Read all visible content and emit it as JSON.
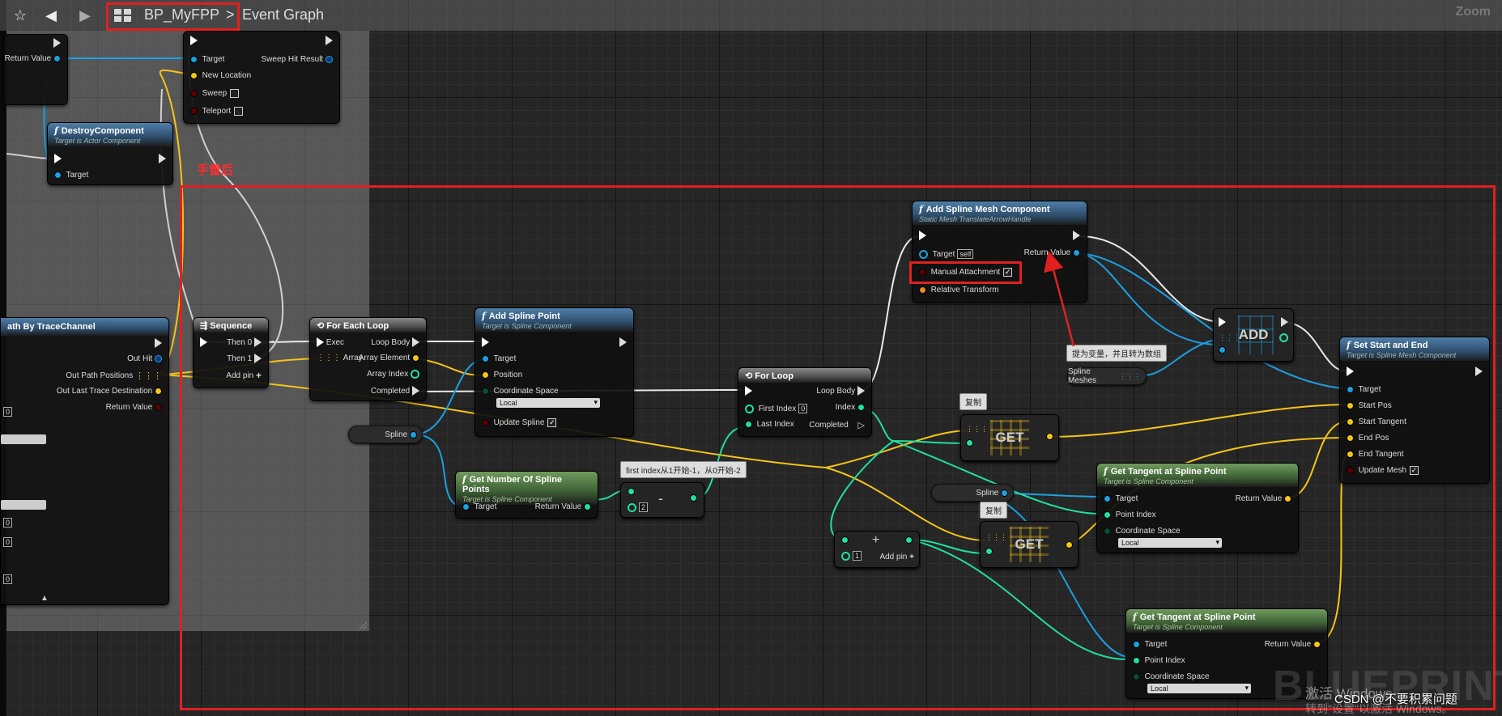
{
  "toolbar": {
    "breadcrumb_blueprint": "BP_MyFPP",
    "breadcrumb_separator": ">",
    "breadcrumb_graph": "Event Graph",
    "zoom_label": "Zoom",
    "icons": [
      "star-icon",
      "back-arrow-icon",
      "forward-arrow-icon",
      "graph-grid-icon"
    ]
  },
  "annotations": {
    "comment_label": "手雷后",
    "bubble_first_index": "first index从1开始-1，从0开始-2",
    "bubble_promote": "提为变量，并且转为数组",
    "bubble_copy_1": "复制",
    "bubble_copy_2": "复制"
  },
  "nodes": {
    "partial_top_left": {
      "return_value": "Return Value"
    },
    "set_location": {
      "header_fragment": "...",
      "subtitle": "Target is Scene Component",
      "target": "Target",
      "new_location": "New Location",
      "sweep": "Sweep",
      "teleport": "Teleport",
      "sweep_hit_result": "Sweep Hit Result"
    },
    "destroy_component": {
      "title": "DestroyComponent",
      "subtitle": "Target is Actor Component",
      "target": "Target"
    },
    "trace": {
      "title": "ath By TraceChannel",
      "out_hit": "Out Hit",
      "out_path_positions": "Out Path Positions",
      "out_last_trace_destination": "Out Last Trace Destination",
      "return_value": "Return Value",
      "field_a": "0",
      "field_b": "0",
      "field_c": "0",
      "field_d": "0"
    },
    "sequence": {
      "title": "Sequence",
      "then0": "Then 0",
      "then1": "Then 1",
      "add_pin": "Add pin"
    },
    "for_each": {
      "title": "For Each Loop",
      "exec": "Exec",
      "array": "Array",
      "loop_body": "Loop Body",
      "array_element": "Array Element",
      "array_index": "Array Index",
      "completed": "Completed"
    },
    "add_spline_point": {
      "title": "Add Spline Point",
      "subtitle": "Target is Spline Component",
      "target": "Target",
      "position": "Position",
      "coordinate_space": "Coordinate Space",
      "coord_value": "Local",
      "update_spline": "Update Spline"
    },
    "spline_var_1": {
      "label": "Spline"
    },
    "get_num_spline_points": {
      "title": "Get Number Of Spline Points",
      "subtitle": "Target is Spline Component",
      "target": "Target",
      "return_value": "Return Value"
    },
    "subtract": {
      "symbol": "-",
      "value": "2"
    },
    "for_loop": {
      "title": "For Loop",
      "first_index": "First Index",
      "first_index_value": "0",
      "last_index": "Last Index",
      "loop_body": "Loop Body",
      "index": "Index",
      "completed": "Completed"
    },
    "add_spline_mesh": {
      "title": "Add Spline Mesh Component",
      "subtitle": "Static Mesh TranslateArrowHandle",
      "target": "Target",
      "target_value": "self",
      "manual_attachment": "Manual Attachment",
      "relative_transform": "Relative Transform",
      "return_value": "Return Value"
    },
    "spline_meshes_var": {
      "label": "Spline Meshes"
    },
    "add_array": {
      "label": "ADD"
    },
    "get_1": {
      "label": "GET"
    },
    "get_2": {
      "label": "GET"
    },
    "spline_var_2": {
      "label": "Spline"
    },
    "add_int": {
      "symbol": "+",
      "value": "1",
      "add_pin": "Add pin"
    },
    "get_tangent_1": {
      "title": "Get Tangent at Spline Point",
      "subtitle": "Target is Spline Component",
      "target": "Target",
      "point_index": "Point Index",
      "coordinate_space": "Coordinate Space",
      "coord_value": "Local",
      "return_value": "Return Value"
    },
    "get_tangent_2": {
      "title": "Get Tangent at Spline Point",
      "subtitle": "Target is Spline Component",
      "target": "Target",
      "point_index": "Point Index",
      "coordinate_space": "Coordinate Space",
      "coord_value": "Local",
      "return_value": "Return Value"
    },
    "set_start_end": {
      "title": "Set Start and End",
      "subtitle": "Target is Spline Mesh Component",
      "target": "Target",
      "start_pos": "Start Pos",
      "start_tangent": "Start Tangent",
      "end_pos": "End Pos",
      "end_tangent": "End Tangent",
      "update_mesh": "Update Mesh"
    }
  },
  "overlay": {
    "watermark": "BLUEPRINT",
    "windows_activate": "激活 Windows",
    "windows_activate_sub": "转到\"设置\"以激活 Windows。",
    "csdn": "CSDN @不要积累问题"
  },
  "colors": {
    "exec": "#ffffff",
    "object_pin": "#1ba1e2",
    "vector_pin": "#f5c518",
    "int_pin": "#22e0a0",
    "bool_pin": "#8b0000",
    "highlight": "#e02020",
    "function_header": "#3b6a94",
    "pure_header": "#4f7b43"
  }
}
